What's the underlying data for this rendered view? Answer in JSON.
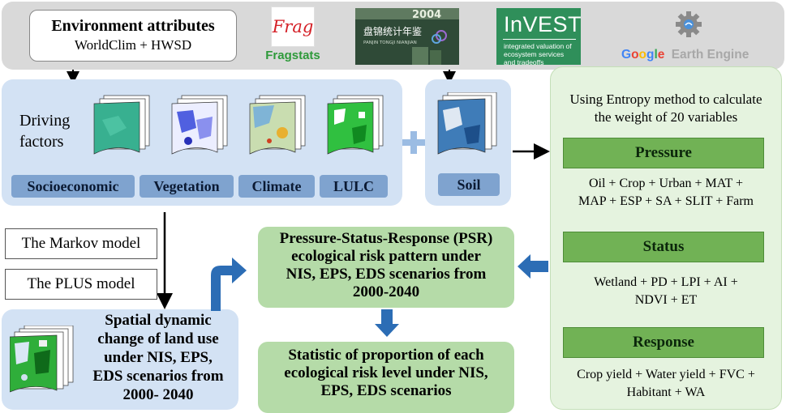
{
  "top": {
    "env_title": "Environment attributes",
    "env_sub": "WorldClim + HWSD",
    "fragstats_logo_text": "Frag",
    "fragstats_label": "Fragstats",
    "yearbook_year": "2004",
    "yearbook_title": "盘锦统计年鉴",
    "yearbook_sub": "PANJIN TONGJI NIANJIAN",
    "invest_title": "InVEST",
    "invest_sub": [
      "integrated valuation of",
      "ecosystem services",
      "and tradeoffs"
    ],
    "gee_google": [
      "G",
      "o",
      "o",
      "g",
      "l",
      "e"
    ],
    "gee_rest": "Earth Engine"
  },
  "drivers": {
    "label_lines": [
      "Driving",
      "factors"
    ],
    "tags": [
      "Socioeconomic",
      "Vegetation",
      "Climate",
      "LULC"
    ],
    "soil_tag": "Soil"
  },
  "models": {
    "markov": "The Markov model",
    "plus": "The PLUS model"
  },
  "spatial": {
    "lines": [
      "Spatial dynamic",
      "change of land use",
      "under NIS, EPS,",
      "EDS scenarios from",
      "2000- 2040"
    ]
  },
  "psr": {
    "lines": [
      "Pressure-Status-Response (PSR)",
      "ecological risk pattern under",
      "NIS, EPS, EDS scenarios from",
      "2000-2040"
    ]
  },
  "stat": {
    "lines": [
      "Statistic of proportion of each",
      "ecological risk level under NIS,",
      "EPS, EDS scenarios"
    ]
  },
  "entropy": {
    "intro_lines": [
      "Using Entropy method to calculate",
      "the weight of 20 variables"
    ],
    "pressure": {
      "title": "Pressure",
      "lines": [
        "Oil + Crop + Urban + MAT +",
        "MAP + ESP + SA + SLIT + Farm"
      ]
    },
    "status": {
      "title": "Status",
      "lines": [
        "Wetland + PD + LPI + AI +",
        "NDVI + ET"
      ]
    },
    "response": {
      "title": "Response",
      "lines": [
        "Crop yield + Water yield + FVC +",
        "Habitant + WA"
      ]
    }
  },
  "colors": {
    "panel_blue": "#d3e2f4",
    "tag_blue": "#7fa3cf",
    "panel_green": "#e5f3df",
    "header_green": "#71b255",
    "result_green": "#b5dba8",
    "arrow_blue": "#2c6db5"
  }
}
